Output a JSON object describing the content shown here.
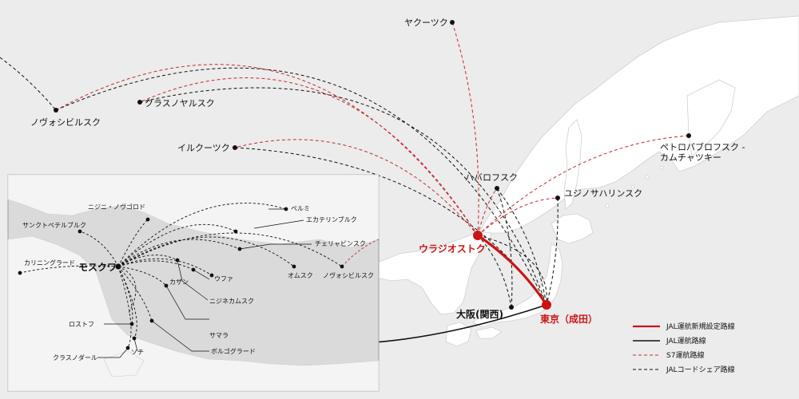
{
  "colors": {
    "jal_red": "#cc1414",
    "black": "#111111",
    "s7_red": "#c8282d",
    "sea": "#ececec",
    "land": "#ffffff",
    "inset_bg": "#dadada"
  },
  "cities": {
    "yakutsk": "ヤクーツク",
    "novosibirsk": "ノヴォシビルスク",
    "krasnoyarsk": "クラスノヤルスク",
    "irkutsk": "イルクーツク",
    "khabarovsk": "ハバロフスク",
    "yuzhno": "ユジノサハリンスク",
    "petro_1": "ペトロパブロフスク -",
    "petro_2": "カムチャツキー",
    "vladivostok": "ウラジオストク",
    "tokyo": "東京（成田）",
    "osaka": "大阪(関西)"
  },
  "inset": {
    "moscow": "モスクワ",
    "perm": "ペルミ",
    "nizhny_novgorod": "ニジニ・ノヴゴロド",
    "yekaterinburg": "エカテリンブルク",
    "st_petersburg": "サンクトペテルブルク",
    "chelyabinsk": "チェリャビンスク",
    "kaliningrad": "カリニングラード",
    "omsk": "オムスク",
    "novosibirsk": "ノヴォシビルスク",
    "kazan": "カザン",
    "ufa": "ウファ",
    "nizhnekamsk": "ニジネカムスク",
    "rostov": "ロストフ",
    "samara": "サマラ",
    "krasnodar": "クラスノダール",
    "sochi": "ソチ",
    "volgograd": "ボルゴグラード"
  },
  "legend": {
    "new_route": "JAL運航新規設定路線",
    "jal_route": "JAL運航路線",
    "s7_route": "S7運航路線",
    "codeshare_route": "JALコードシェア路線"
  }
}
